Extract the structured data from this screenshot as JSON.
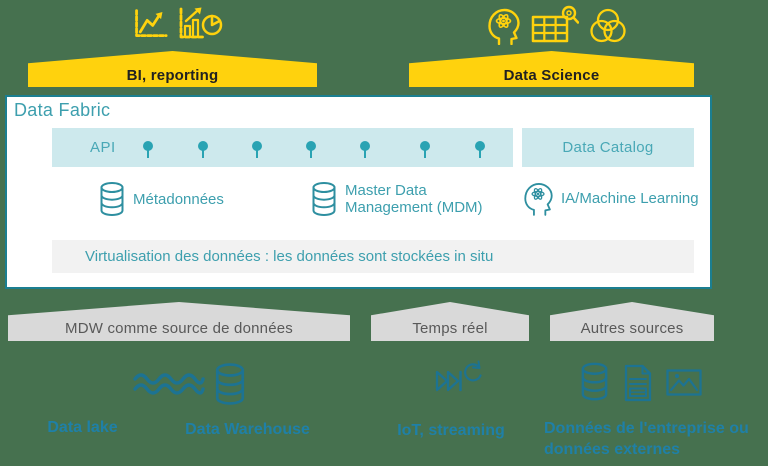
{
  "colors": {
    "background": "#46714f",
    "yellow": "#ffd20d",
    "fabric_border": "#1b7f91",
    "teal_text": "#3d9fae",
    "light_teal_bar": "#cde9ed",
    "gray_banner": "#d9d9d9",
    "blue_label": "#1f80a7"
  },
  "top": {
    "bi": {
      "label": "BI, reporting"
    },
    "data_science": {
      "label": "Data Science"
    }
  },
  "fabric": {
    "title": "Data Fabric",
    "api_label": "API",
    "data_catalog_label": "Data Catalog",
    "components": [
      {
        "icon": "database-icon",
        "label": "Métadonnées"
      },
      {
        "icon": "database-icon",
        "label": "Master Data Management (MDM)"
      },
      {
        "icon": "brain-head-icon",
        "label": "IA/Machine Learning"
      }
    ],
    "virtualization_label": "Virtualisation des données : les données sont stockées in situ"
  },
  "sources": {
    "banners": [
      {
        "label": "MDW comme source de données"
      },
      {
        "label": "Temps réel"
      },
      {
        "label": "Autres sources"
      }
    ],
    "items": [
      {
        "icon": "waves-icon",
        "label": "Data lake"
      },
      {
        "icon": "database-icon",
        "label": "Data Warehouse"
      },
      {
        "icon": "streaming-icon",
        "label": "IoT, streaming"
      },
      {
        "icon": "database-document-image-icons",
        "label": "Données de l'entreprise ou données externes"
      }
    ]
  }
}
